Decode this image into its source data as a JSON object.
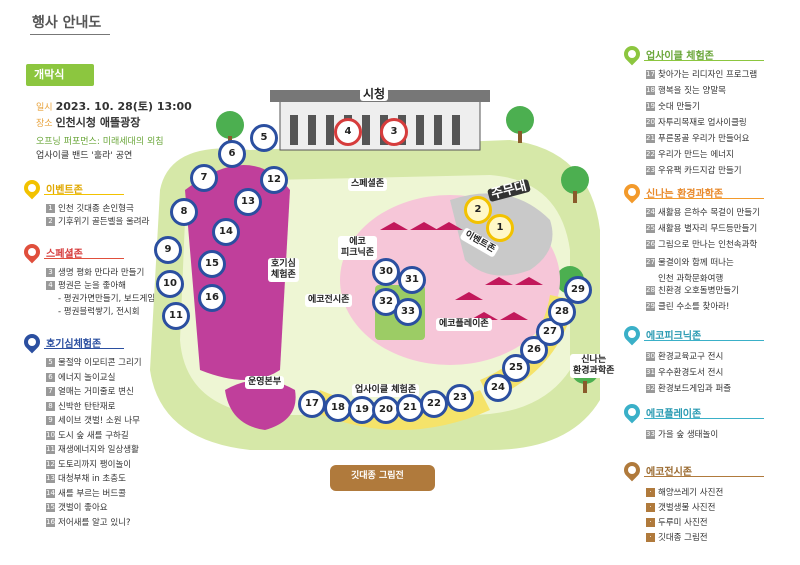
{
  "page_title": "행사 안내도",
  "opening": {
    "tag": "개막식",
    "date_key": "일시",
    "date_value": "2023. 10. 28(토) 13:00",
    "place_key": "장소",
    "place_value": "인천시청 애뜰광장",
    "perf_line": "오프닝 퍼포먼스: 미래세대의 외침",
    "band_line": "업사이클 밴드 '훌라' 공연"
  },
  "zones": {
    "event": {
      "label": "이벤트존",
      "color": "#f2c200",
      "items": [
        {
          "n": "1",
          "t": "인천 깃대종 손인형극"
        },
        {
          "n": "2",
          "t": "기후위기 골든벨을 울려라"
        }
      ]
    },
    "special": {
      "label": "스페셜존",
      "color": "#e04f3c",
      "items": [
        {
          "n": "3",
          "t": "생명 평화 만다라 만들기"
        },
        {
          "n": "4",
          "t": "평권은 눈을 좋아해"
        }
      ],
      "subs": [
        "- 평권가면만들기, 보드게임",
        "- 평권블럭쌓기, 전시회"
      ]
    },
    "forest": {
      "label": "호기심체험존",
      "color": "#2b4fa0",
      "items": [
        {
          "n": "5",
          "t": "물절약 이모티콘 그리기"
        },
        {
          "n": "6",
          "t": "에너지 놀이교실"
        },
        {
          "n": "7",
          "t": "열매는 거미줄로 변신"
        },
        {
          "n": "8",
          "t": "신박한 탄탄재로"
        },
        {
          "n": "9",
          "t": "세이브 갯벌! 소원 나무"
        },
        {
          "n": "10",
          "t": "도시 숲 새를 구하길"
        },
        {
          "n": "11",
          "t": "재생에너지와 일상생활"
        },
        {
          "n": "12",
          "t": "도토리까지 팽이놀이"
        },
        {
          "n": "13",
          "t": "대청부채 in 초충도"
        },
        {
          "n": "14",
          "t": "새를 부르는 버드콜"
        },
        {
          "n": "15",
          "t": "갯벌이 좋아요"
        },
        {
          "n": "16",
          "t": "저어새를 알고 있니?"
        }
      ]
    },
    "upcycle": {
      "label": "업사이클 체험존",
      "color": "#8cc63f",
      "items": [
        {
          "n": "17",
          "t": "찾아가는 리디자인 프로그램"
        },
        {
          "n": "18",
          "t": "행복을 짓는 양말목"
        },
        {
          "n": "19",
          "t": "숫대 만들기"
        },
        {
          "n": "20",
          "t": "자투리목재로 업사이클링"
        },
        {
          "n": "21",
          "t": "푸른몽골 우리가 만들어요"
        },
        {
          "n": "22",
          "t": "우리가 만드는 에너지"
        },
        {
          "n": "23",
          "t": "우유팩 카드지갑 만들기"
        }
      ]
    },
    "science": {
      "label": "신나는 환경과학존",
      "color": "#f39a2b",
      "items": [
        {
          "n": "24",
          "t": "새활용 은하수 목걸이 만들기"
        },
        {
          "n": "25",
          "t": "새활용 별자리 무드등만들기"
        },
        {
          "n": "26",
          "t": "그림으로 만나는 인천속과학"
        },
        {
          "n": "27",
          "t": "물결이와 함께 떠나는"
        },
        {
          "n": "28",
          "t": "친환경 오호돌병만들기"
        },
        {
          "n": "29",
          "t": "클린 수소를 찾아라!"
        }
      ],
      "sub27": "인천 과학문화여행"
    },
    "picnic": {
      "label": "에코피크닉존",
      "color": "#3ab0c8",
      "items": [
        {
          "n": "30",
          "t": "환경교육교구 전시"
        },
        {
          "n": "31",
          "t": "우수환경도서 전시"
        },
        {
          "n": "32",
          "t": "환경보드게임과 퍼즐"
        }
      ]
    },
    "play": {
      "label": "에코플레이존",
      "color": "#3ab0c8",
      "items": [
        {
          "n": "33",
          "t": "가을 숲 생태놀이"
        }
      ]
    },
    "exhibit": {
      "label": "에코전시존",
      "color": "#b07a3c",
      "items": [
        {
          "n": "·",
          "t": "해양쓰레기 사진전"
        },
        {
          "n": "·",
          "t": "갯벌생물 사진전"
        },
        {
          "n": "·",
          "t": "두루미 사진전"
        },
        {
          "n": "·",
          "t": "깃대종 그림전"
        }
      ]
    }
  },
  "map": {
    "city_hall": "시청",
    "main_stage": "주무대",
    "special_zone": "스페셜존",
    "event_zone": "이벤트존",
    "eco_picnic": "에코\n피크닉존",
    "eco_exhibit": "에코전시존",
    "eco_play": "에코플레이존",
    "curiosity": "호기심\n체험존",
    "operations": "운영본부",
    "upcycle": "업사이클 체험존",
    "science": "신나는\n환경과학존",
    "flag_exhibit": "깃대종 그림전",
    "markers": [
      "1",
      "2",
      "3",
      "4",
      "5",
      "6",
      "7",
      "8",
      "9",
      "10",
      "11",
      "12",
      "13",
      "14",
      "15",
      "16",
      "17",
      "18",
      "19",
      "20",
      "21",
      "22",
      "23",
      "24",
      "25",
      "26",
      "27",
      "28",
      "29",
      "30",
      "31",
      "32",
      "33"
    ]
  }
}
